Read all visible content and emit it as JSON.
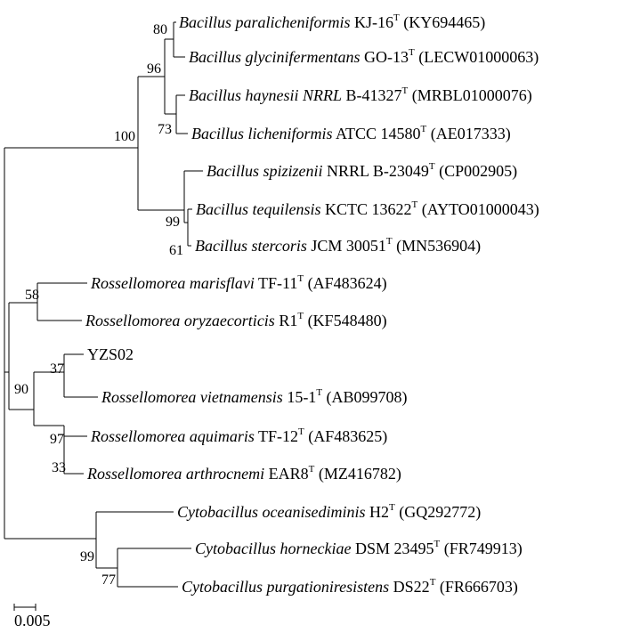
{
  "taxa": [
    {
      "genus": "Bacillus",
      "species": "paralicheniformis",
      "strain": "KJ-16",
      "type_strain": true,
      "accession": "(KY694465)"
    },
    {
      "genus": "Bacillus",
      "species": "glycinifermentans",
      "strain": "GO-13",
      "type_strain": true,
      "accession": "(LECW01000063)"
    },
    {
      "genus": "Bacillus",
      "species": "haynesii NRRL",
      "strain": "B-41327",
      "type_strain": true,
      "accession": "(MRBL01000076)"
    },
    {
      "genus": "Bacillus",
      "species": "licheniformis",
      "strain": "ATCC 14580",
      "type_strain": true,
      "accession": "(AE017333)"
    },
    {
      "genus": "Bacillus",
      "species": "spizizenii",
      "strain": "NRRL B-23049",
      "type_strain": true,
      "accession": "(CP002905)"
    },
    {
      "genus": "Bacillus",
      "species": "tequilensis",
      "strain": "KCTC 13622",
      "type_strain": true,
      "accession": "(AYTO01000043)"
    },
    {
      "genus": "Bacillus",
      "species": "stercoris",
      "strain": "JCM 30051",
      "type_strain": true,
      "accession": "(MN536904)"
    },
    {
      "genus": "Rossellomorea",
      "species": "marisflavi",
      "strain": "TF-11",
      "type_strain": true,
      "accession": "(AF483624)"
    },
    {
      "genus": "Rossellomorea",
      "species": "oryzaecorticis",
      "strain": "R1",
      "type_strain": true,
      "accession": "(KF548480)"
    },
    {
      "genus": "",
      "species": "",
      "strain": "YZS02",
      "type_strain": false,
      "accession": ""
    },
    {
      "genus": "Rossellomorea",
      "species": "vietnamensis",
      "strain": "15-1",
      "type_strain": true,
      "accession": "(AB099708)"
    },
    {
      "genus": "Rossellomorea",
      "species": "aquimaris",
      "strain": "TF-12",
      "type_strain": true,
      "accession": "(AF483625)"
    },
    {
      "genus": "Rossellomorea",
      "species": "arthrocnemi",
      "strain": "EAR8",
      "type_strain": true,
      "accession": "(MZ416782)"
    },
    {
      "genus": "Cytobacillus",
      "species": "oceanisediminis",
      "strain": "H2",
      "type_strain": true,
      "accession": "(GQ292772)"
    },
    {
      "genus": "Cytobacillus",
      "species": "horneckiae",
      "strain": "DSM 23495",
      "type_strain": true,
      "accession": "(FR749913)"
    },
    {
      "genus": "Cytobacillus",
      "species": "purgationiresistens",
      "strain": "DS22",
      "type_strain": true,
      "accession": "(FR666703)"
    }
  ],
  "type_strain_marker": "T",
  "bootstrap_values": [
    "80",
    "96",
    "73",
    "100",
    "99",
    "61",
    "58",
    "37",
    "90",
    "97",
    "33",
    "99",
    "77"
  ],
  "scale_bar": {
    "label": "0.005",
    "value": 0.005
  }
}
